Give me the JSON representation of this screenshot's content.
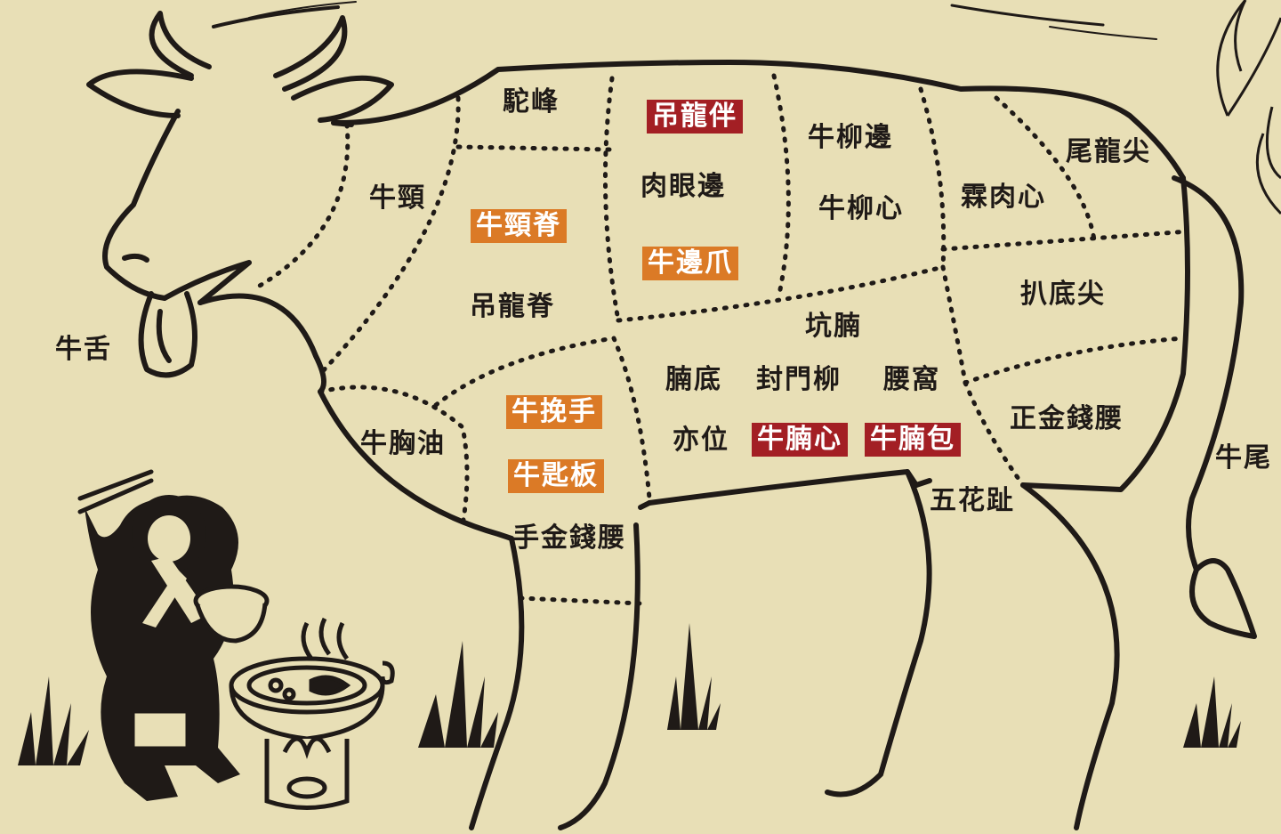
{
  "colors": {
    "background": "#e8dfb6",
    "ink": "#1f1a17",
    "highlight_red": "#a31f24",
    "highlight_orange": "#db7a26"
  },
  "labels": {
    "tuo_feng": "駝峰",
    "niu_jing": "牛頸",
    "niu_jing_ji": "牛頸脊",
    "diao_long_ji": "吊龍脊",
    "diao_long_ban": "吊龍伴",
    "rou_yan_bian": "肉眼邊",
    "niu_bian_zhua": "牛邊爪",
    "niu_liu_bian": "牛柳邊",
    "niu_liu_xin": "牛柳心",
    "mei_rou_xin": "霖肉心",
    "wei_long_jian": "尾龍尖",
    "ba_di_jian": "扒底尖",
    "keng_lang": "坑腩",
    "lang_di": "腩底",
    "feng_men_liu": "封門柳",
    "yao_wo": "腰窩",
    "yi_wei": "亦位",
    "niu_lang_xin": "牛腩心",
    "niu_lang_bao": "牛腩包",
    "zheng_jin_qian_zhan": "正金錢腰",
    "niu_wei": "牛尾",
    "wu_hua_zhi": "五花趾",
    "niu_wan_shou": "牛挽手",
    "niu_chi_ban": "牛匙板",
    "niu_xiong_you": "牛胸油",
    "shou_jin_qian_zhan": "手金錢腰",
    "niu_she": "牛舌"
  },
  "icons": [
    "cow-outline-icon",
    "cook-figure-icon",
    "hotpot-icon",
    "grass-icon",
    "leaf-icon"
  ]
}
